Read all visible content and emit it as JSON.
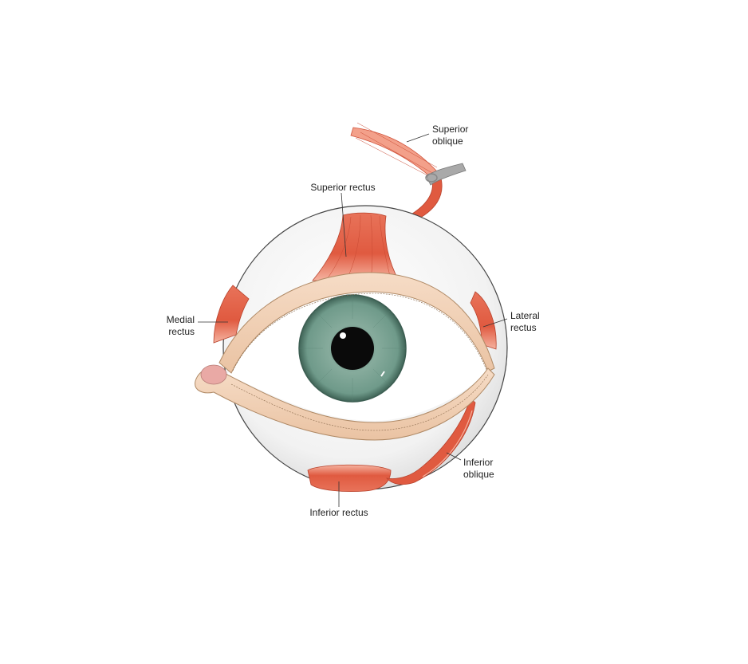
{
  "labels": {
    "superior_oblique": "Superior\noblique",
    "superior_rectus": "Superior rectus",
    "medial_rectus": "Medial\nrectus",
    "lateral_rectus": "Lateral\nrectus",
    "inferior_oblique": "Inferior\noblique",
    "inferior_rectus": "Inferior rectus"
  },
  "colors": {
    "muscle": "#e05a40",
    "muscle_light": "#f3a08a",
    "eyelid": "#f3d6bf",
    "eyelid_edge": "#c9a47f",
    "iris": "#6f9a8a",
    "sclera": "#f4f4f4",
    "trochlea": "#a9a9a9"
  }
}
